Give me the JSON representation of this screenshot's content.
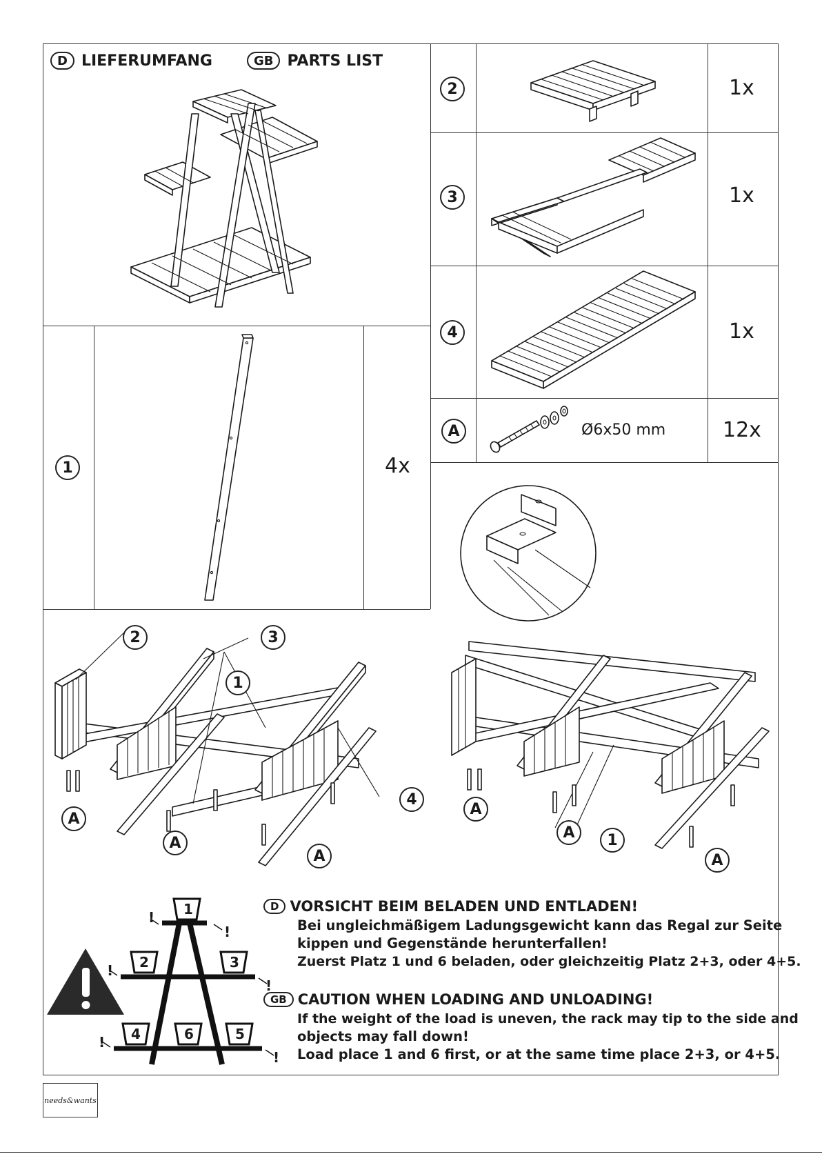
{
  "header": {
    "lang_de": "D",
    "title_de": "LIEFERUMFANG",
    "lang_gb": "GB",
    "title_gb": "PARTS LIST"
  },
  "parts": [
    {
      "id": "1",
      "qty": "4x",
      "icon": "leg-beam-icon"
    },
    {
      "id": "2",
      "qty": "1x",
      "icon": "small-shelf-icon"
    },
    {
      "id": "3",
      "qty": "1x",
      "icon": "frame-shelf-icon"
    },
    {
      "id": "4",
      "qty": "1x",
      "icon": "long-shelf-icon"
    },
    {
      "id": "A",
      "qty": "12x",
      "spec": "Ø6x50 mm",
      "icon": "bolt-washer-icon"
    }
  ],
  "assembly": {
    "labels_left": [
      "2",
      "3",
      "1",
      "4",
      "A",
      "A",
      "A"
    ],
    "labels_right": [
      "A",
      "A",
      "1",
      "A"
    ],
    "bang": "!"
  },
  "warning": {
    "lang_de": "D",
    "title_de": "VORSICHT BEIM BELADEN UND ENTLADEN!",
    "lines_de": [
      "Bei ungleichmäßigem Ladungsgewicht kann das Regal zur Seite",
      "kippen und Gegenstände herunterfallen!",
      "Zuerst Platz 1 und 6 beladen, oder gleichzeitig Platz 2+3, oder 4+5."
    ],
    "lang_gb": "GB",
    "title_gb": "CAUTION WHEN LOADING AND UNLOADING!",
    "lines_gb": [
      "If the weight of the load is uneven, the rack may tip to the side and",
      "objects may fall down!",
      "Load place 1 and 6 first, or at the same time place 2+3, or 4+5."
    ],
    "pots": [
      "1",
      "2",
      "3",
      "4",
      "6",
      "5"
    ]
  },
  "brand": "needs&wants"
}
